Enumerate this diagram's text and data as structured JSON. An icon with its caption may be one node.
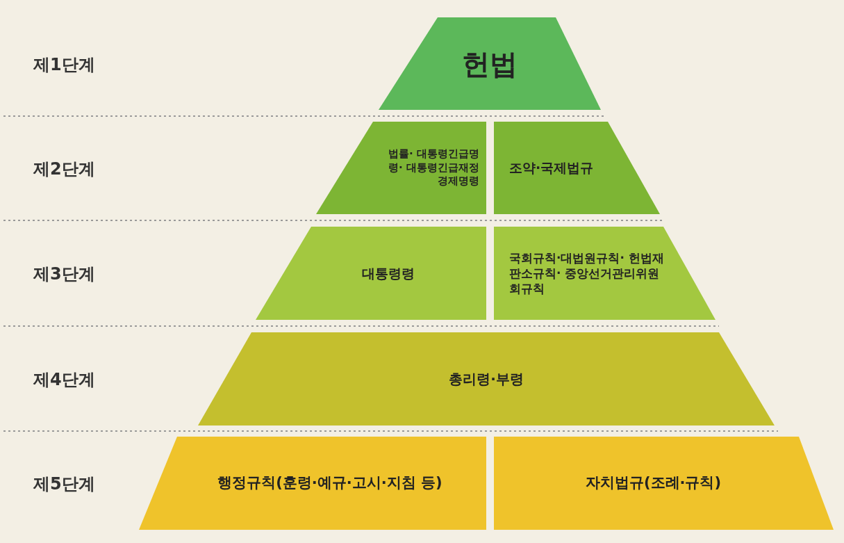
{
  "diagram": {
    "nodes": [
      {
        "text": [
          "헌법"
        ]
      },
      {
        "text": [
          "법률· 대통령긴급명령· 대통령긴급재정경제명령"
        ]
      },
      {
        "text": [
          "조약·국제법규"
        ]
      },
      {
        "text": [
          "대통령령"
        ]
      },
      {
        "text": [
          "국회규칙·대법원규칙· 헌법재판소규칙· 중앙선거관리위원회규칙"
        ]
      },
      {
        "text": [
          "총리령·부령"
        ]
      },
      {
        "text": [
          "행정규칙(훈령·예규·고시·지침 등)"
        ]
      },
      {
        "text": [
          "자치법규(조례·규칙)"
        ]
      }
    ],
    "labels": [
      "제1단계",
      "제2단계",
      "제3단계",
      "제4단계",
      "제5단계"
    ]
  }
}
